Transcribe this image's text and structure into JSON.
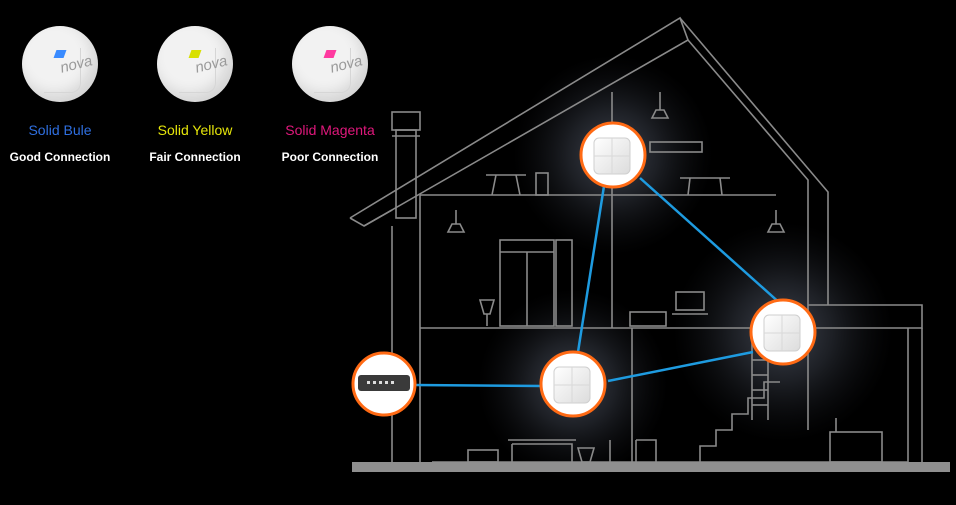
{
  "legend": [
    {
      "brand": "nova",
      "status": "Solid Bule",
      "quality": "Good Connection",
      "color": "#2f6fe0"
    },
    {
      "brand": "nova",
      "status": "Solid Yellow",
      "quality": "Fair Connection",
      "color": "#e6e60a"
    },
    {
      "brand": "nova",
      "status": "Solid Magenta",
      "quality": "Poor Connection",
      "color": "#e0187c"
    }
  ],
  "colors": {
    "house_line": "#8a8a8a",
    "link_line": "#1e9be0",
    "node_ring": "#ff6a14",
    "signal_glow": "#5a6070"
  }
}
